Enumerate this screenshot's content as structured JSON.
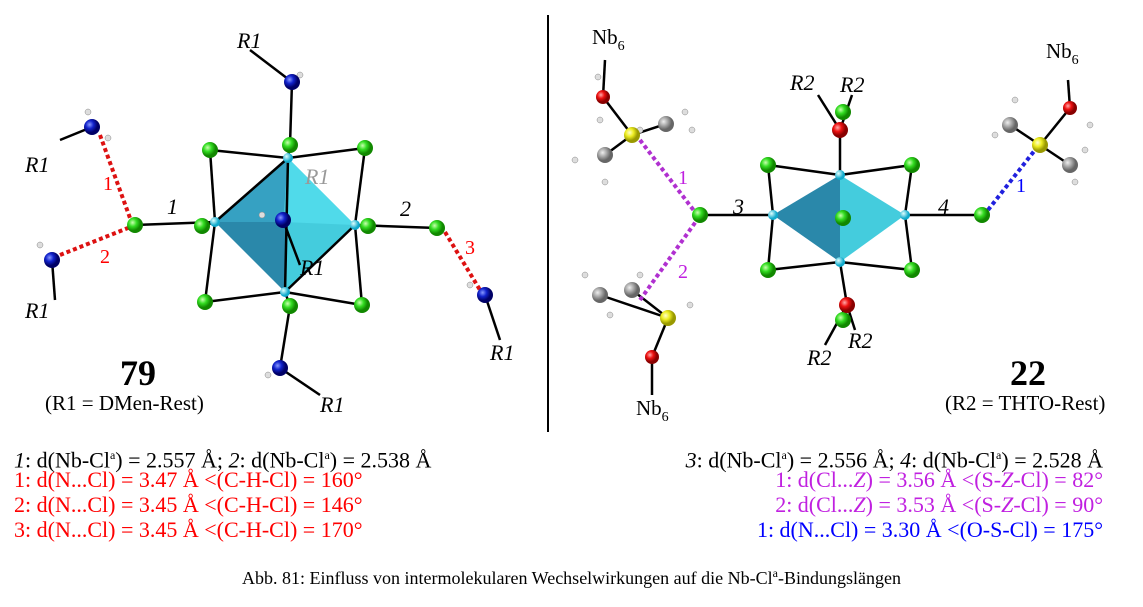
{
  "left_molecule": {
    "compound_number": "79",
    "substituent_note": "(R1 = DMen-Rest)",
    "r_label": "R1",
    "bond_labels": [
      "1",
      "2"
    ],
    "interaction_labels": [
      "1",
      "2",
      "3"
    ]
  },
  "right_molecule": {
    "compound_number": "22",
    "substituent_note": "(R2 = THTO-Rest)",
    "r_label": "R2",
    "nb_label": "Nb",
    "nb_subscript": "6",
    "bond_labels": [
      "3",
      "4"
    ],
    "interaction_labels": [
      "1",
      "2",
      "1"
    ]
  },
  "left_text": {
    "bond_line": {
      "n1": "1",
      "t1": ": d(Nb-Cl",
      "sup": "a",
      "t2": ") = 2.557 Å; ",
      "n2": "2",
      "t3": ": d(Nb-Cl",
      "t4": ") = 2.538 Å"
    },
    "interactions": [
      "1: d(N...Cl) = 3.47 Å <(C-H-Cl) = 160°",
      "2: d(N...Cl) = 3.45 Å <(C-H-Cl) = 146°",
      "3: d(N...Cl) = 3.45 Å <(C-H-Cl) = 170°"
    ]
  },
  "right_text": {
    "bond_line": {
      "n1": "3",
      "t1": ": d(Nb-Cl",
      "sup": "a",
      "t2": ") = 2.556 Å; ",
      "n2": "4",
      "t3": ": d(Nb-Cl",
      "t4": ") = 2.528 Å"
    },
    "interactions": [
      {
        "prefix": "1: d(Cl...",
        "z": "Z",
        "mid": ") = 3.56 Å <(S-",
        "z2": "Z",
        "suffix": "-Cl) = 82°"
      },
      {
        "prefix": "2: d(Cl...",
        "z": "Z",
        "mid": ") = 3.53 Å <(S-",
        "z2": "Z",
        "suffix": "-Cl) = 90°"
      }
    ],
    "blue_interaction": "1: d(N...Cl) = 3.30 Å <(O-S-Cl) = 175°"
  },
  "caption": {
    "t1": "Abb. 81: Einfluss von intermolekularen Wechselwirkungen auf die Nb-Cl",
    "sup": "a",
    "t2": "-Bindungslängen"
  },
  "colors": {
    "cl": "#22dd22",
    "n": "#0a1acc",
    "nb": "#33d8ee",
    "o": "#ee1111",
    "s": "#eeee22",
    "c": "#999999",
    "red": "#ff0000",
    "purple": "#c020e0",
    "blue": "#0000ff"
  }
}
